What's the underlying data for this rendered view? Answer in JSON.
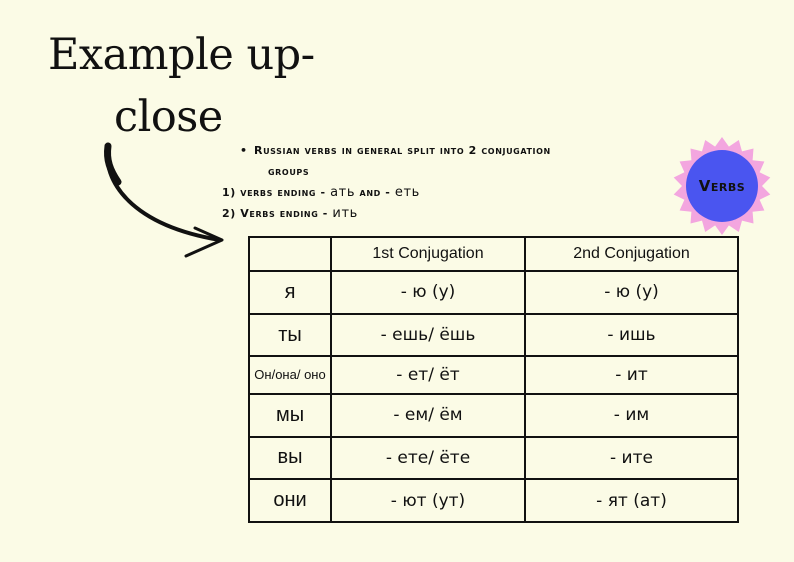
{
  "title": {
    "line1": "Example up-",
    "line2": "close"
  },
  "notes": {
    "bullet": "Russian verbs in general split into 2 conjugation",
    "bullet_cont": "groups",
    "item1_prefix": "1) verbs ending - ",
    "item1_ending1": "ать",
    "item1_and": " and - ",
    "item1_ending2": "еть",
    "item2_prefix": "2) Verbs ending - ",
    "item2_ending": "ить"
  },
  "badge": {
    "label": "Verbs",
    "fill": "#4a55f0",
    "petal": "#f3a6df"
  },
  "table": {
    "headers": [
      "",
      "1st Conjugation",
      "2nd Conjugation"
    ],
    "rows": [
      {
        "pronoun": "я",
        "first": "- ю (у)",
        "second": "- ю (у)"
      },
      {
        "pronoun": "ты",
        "first": "- ешь/ ёшь",
        "second": "- ишь"
      },
      {
        "pronoun": "Он/она/ оно",
        "first": "- ет/ ёт",
        "second": "- ит"
      },
      {
        "pronoun": "мы",
        "first": "- ем/ ём",
        "second": "- им"
      },
      {
        "pronoun": "вы",
        "first": "- ете/ ёте",
        "second": "- ите"
      },
      {
        "pronoun": "они",
        "first": "- ют (ут)",
        "second": "- ят (ат)"
      }
    ]
  }
}
